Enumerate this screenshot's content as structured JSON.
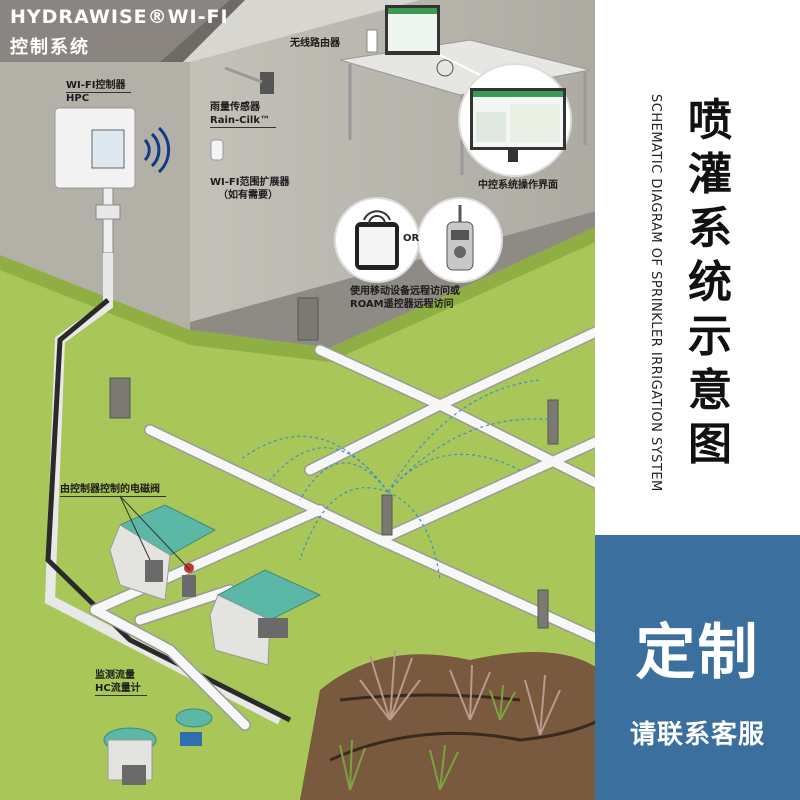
{
  "brand": {
    "title": "HYDRAWISE®WI-FI",
    "subtitle": "控制系统"
  },
  "labels": {
    "router": "无线路由器",
    "controller_line1": "WI-FI控制器",
    "controller_line2": "HPC",
    "rain_sensor_line1": "雨量传感器",
    "rain_sensor_line2": "Rain-Cilk™",
    "extender_line1": "WI-FI范围扩展器",
    "extender_line2": "（如有需要）",
    "central_ui": "中控系统操作界面",
    "or": "OR",
    "remote_line1": "使用移动设备远程访问或",
    "remote_line2": "ROAM遥控器远程访问",
    "solenoid": "由控制器控制的电磁阀",
    "flow_line1": "监测流量",
    "flow_line2": "HC流量计"
  },
  "side": {
    "title_cn": "喷灌系统示意图",
    "title_en": "SCHEMATIC DIAGRAM OF SPRINKLER IRRIGATION SYSTEM",
    "custom": "定制",
    "contact": "请联系客服"
  },
  "colors": {
    "wall": "#b8b5ad",
    "lawn": "#a9c758",
    "pipe": "#f7f7f7",
    "valve_lid": "#5cb8a6",
    "panel_blue": "#3a6f9e",
    "spray": "#3d8fc9"
  }
}
